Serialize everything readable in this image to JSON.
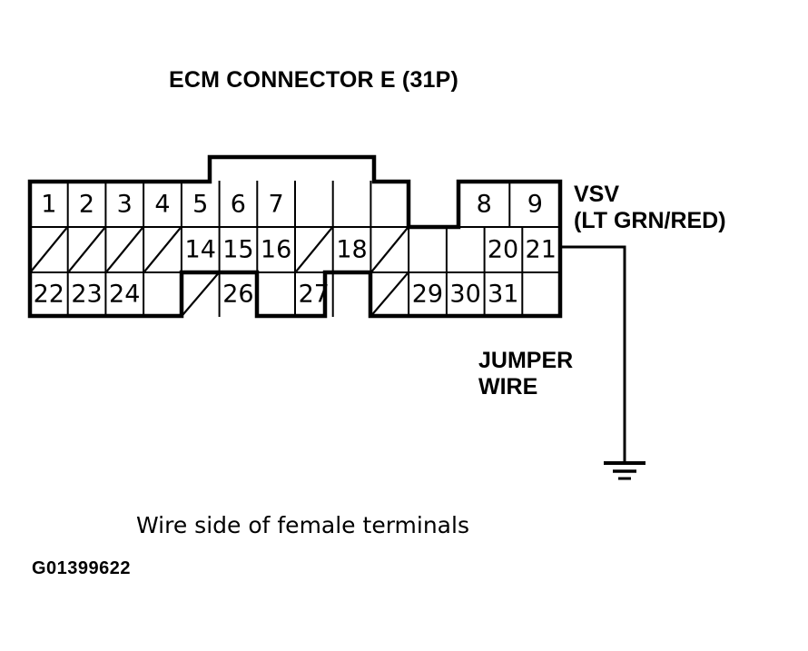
{
  "diagram": {
    "title": "ECM CONNECTOR E (31P)",
    "caption": "Wire side of female terminals",
    "id_code": "G01399622",
    "ink_color": "#000000",
    "background_color": "#ffffff"
  },
  "connector": {
    "name": "ECM CONNECTOR E",
    "pin_count_label": "(31P)",
    "columns": 14,
    "rows": 3,
    "row1": [
      {
        "col": 0,
        "label": "1",
        "type": "pin"
      },
      {
        "col": 1,
        "label": "2",
        "type": "pin"
      },
      {
        "col": 2,
        "label": "3",
        "type": "pin"
      },
      {
        "col": 3,
        "label": "4",
        "type": "pin"
      },
      {
        "col": 4,
        "label": "5",
        "type": "pin"
      },
      {
        "col": 5,
        "label": "6",
        "type": "pin"
      },
      {
        "col": 6,
        "label": "7",
        "type": "pin"
      },
      {
        "col": 12,
        "label": "8",
        "type": "pin"
      },
      {
        "col": 13,
        "label": "9",
        "type": "pin"
      }
    ],
    "row2": [
      {
        "col": 0,
        "label": "",
        "type": "blank"
      },
      {
        "col": 1,
        "label": "",
        "type": "blank"
      },
      {
        "col": 2,
        "label": "",
        "type": "blank"
      },
      {
        "col": 3,
        "label": "",
        "type": "blank"
      },
      {
        "col": 4,
        "label": "14",
        "type": "pin"
      },
      {
        "col": 5,
        "label": "15",
        "type": "pin"
      },
      {
        "col": 6,
        "label": "16",
        "type": "pin"
      },
      {
        "col": 7,
        "label": "",
        "type": "blank"
      },
      {
        "col": 8,
        "label": "18",
        "type": "pin"
      },
      {
        "col": 9,
        "label": "",
        "type": "blank"
      },
      {
        "col": 10,
        "label": "20",
        "type": "pin"
      },
      {
        "col": 11,
        "label": "21",
        "type": "pin"
      },
      {
        "col": 12,
        "label": "20",
        "type": "pin"
      },
      {
        "col": 13,
        "label": "21",
        "type": "pin"
      }
    ],
    "row3": [
      {
        "col": 0,
        "label": "22",
        "type": "pin"
      },
      {
        "col": 1,
        "label": "23",
        "type": "pin"
      },
      {
        "col": 2,
        "label": "24",
        "type": "pin"
      },
      {
        "col": 4,
        "label": "",
        "type": "blank"
      },
      {
        "col": 5,
        "label": "26",
        "type": "pin"
      },
      {
        "col": 7,
        "label": "27",
        "type": "pin"
      },
      {
        "col": 8,
        "label": "",
        "type": "blank"
      },
      {
        "col": 9,
        "label": "29",
        "type": "pin"
      },
      {
        "col": 10,
        "label": "30",
        "type": "pin"
      },
      {
        "col": 11,
        "label": "31",
        "type": "pin"
      }
    ]
  },
  "annotations": {
    "vsv_line1": "VSV",
    "vsv_line2": "(LT GRN/RED)",
    "jumper_line1": "JUMPER",
    "jumper_line2": "WIRE",
    "wire_from_pin": "21"
  }
}
